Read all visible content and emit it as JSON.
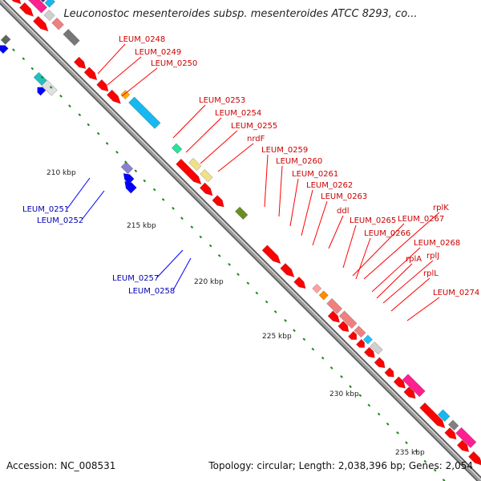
{
  "title": "Leuconostoc mesenteroides subsp. mesenteroides ATCC 8293, co...",
  "footer": {
    "accession": "Accession: NC_008531",
    "summary": "Topology: circular; Length: 2,038,396 bp; Genes: 2,054"
  },
  "colors": {
    "forward_gene": "#ff0000",
    "reverse_gene": "#0000ff",
    "backbone": "#9a9a9a",
    "tick": "#1a8a1a"
  },
  "scale_labels": [
    "210 kbp",
    "215 kbp",
    "220 kbp",
    "225 kbp",
    "230 kbp",
    "235 kbp"
  ],
  "forward_labels": [
    "LEUM_0248",
    "LEUM_0249",
    "LEUM_0250",
    "LEUM_0253",
    "LEUM_0254",
    "LEUM_0255",
    "nrdF",
    "LEUM_0259",
    "LEUM_0260",
    "LEUM_0261",
    "LEUM_0262",
    "LEUM_0263",
    "ddl",
    "LEUM_0265",
    "LEUM_0267",
    "rplK",
    "LEUM_0266",
    "LEUM_0268",
    "rplA",
    "rplJ",
    "rplL",
    "LEUM_0274"
  ],
  "reverse_labels": [
    "LEUM_0251",
    "LEUM_0252",
    "LEUM_0257",
    "LEUM_0258"
  ]
}
